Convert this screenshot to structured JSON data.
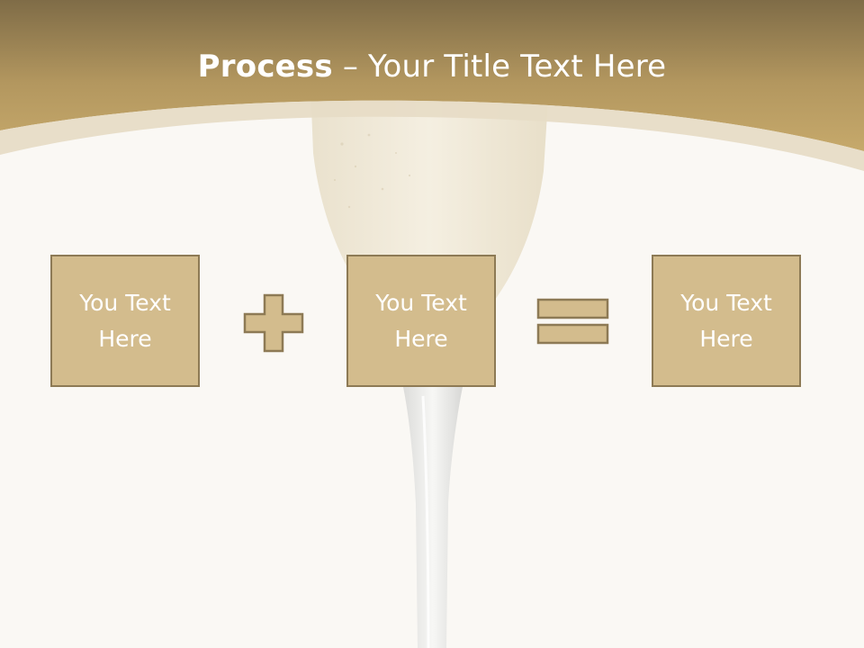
{
  "slide": {
    "title_bold": "Process",
    "title_separator": " – ",
    "title_rest": "Your Title Text Here"
  },
  "process": {
    "steps": [
      {
        "text": "You Text Here"
      },
      {
        "text": "You Text Here"
      },
      {
        "text": "You Text Here"
      }
    ],
    "operators": [
      "plus-icon",
      "equals-icon"
    ]
  },
  "colors": {
    "header_gold": "#c3a468",
    "box_fill": "#d3bc8d",
    "box_border": "#8d7a55",
    "background": "#faf8f4"
  }
}
